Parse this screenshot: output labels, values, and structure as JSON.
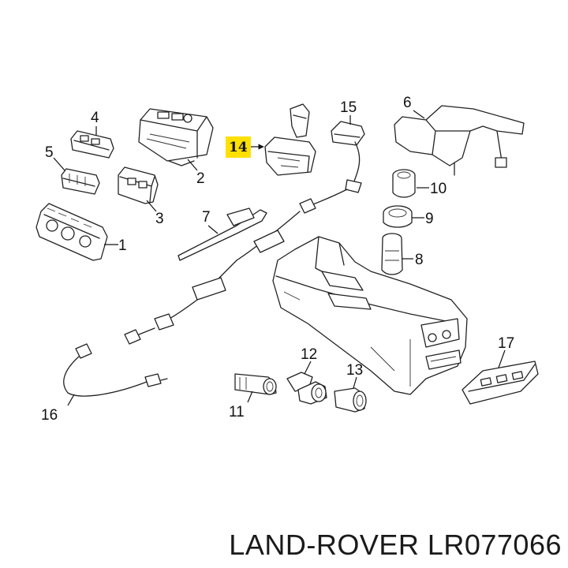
{
  "callouts": {
    "c1": "1",
    "c2": "2",
    "c3": "3",
    "c4": "4",
    "c5": "5",
    "c6": "6",
    "c7": "7",
    "c8": "8",
    "c9": "9",
    "c10": "10",
    "c11": "11",
    "c12": "12",
    "c13": "13",
    "c14": "14",
    "c15": "15",
    "c16": "16",
    "c17": "17"
  },
  "highlight_color": "#ffe000",
  "highlighted_callout": "14",
  "brand_caption": "LAND-ROVER LR077066"
}
